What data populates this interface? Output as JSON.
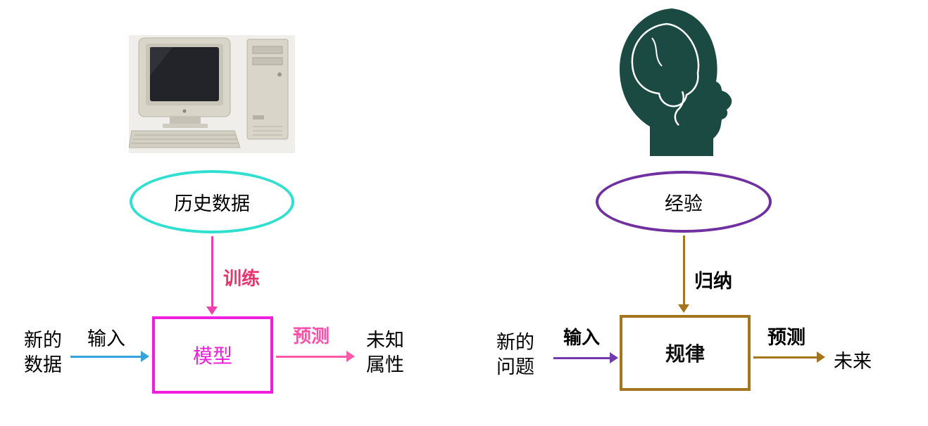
{
  "left": {
    "icon": "computer-icon",
    "source": "历史数据",
    "process": "训练",
    "box": "模型",
    "input_line1": "新的",
    "input_line2": "数据",
    "input_label": "输入",
    "output_label": "预测",
    "output_line1": "未知",
    "output_line2": "属性",
    "colors": {
      "ellipse": "#2fdfd0",
      "box": "#ef1fdd",
      "train_arrow": "#f040b0",
      "train_label": "#e8336f",
      "input_arrow": "#35a3dd",
      "output_arrow": "#ff5aa8"
    }
  },
  "right": {
    "icon": "head-icon",
    "source": "经验",
    "process": "归纳",
    "box": "规律",
    "input_line1": "新的",
    "input_line2": "问题",
    "input_label": "输入",
    "output_label": "预测",
    "output_target": "未来",
    "colors": {
      "ellipse": "#7030a0",
      "box": "#a3751d",
      "arrow": "#a3751d",
      "input_arrow": "#7238ae",
      "head": "#1a4a42"
    }
  }
}
